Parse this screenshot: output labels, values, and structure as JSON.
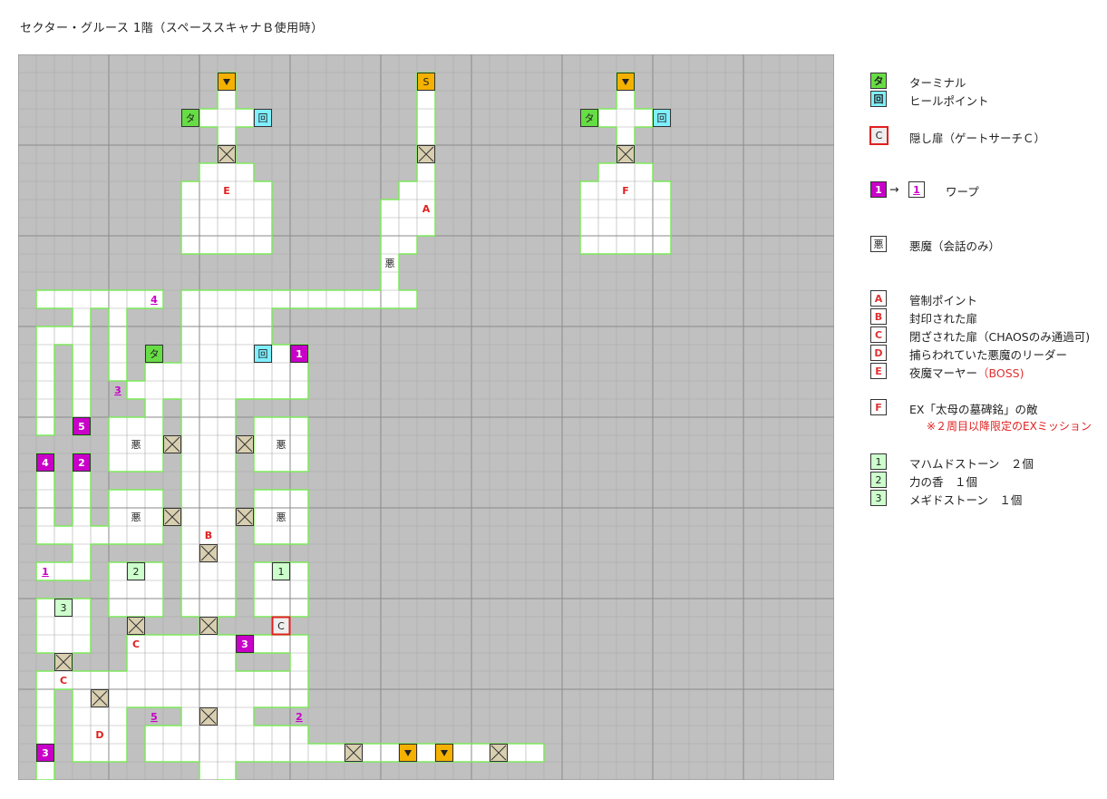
{
  "title": "セクター・グルース 1階（スペーススキャナＢ使用時）",
  "colors": {
    "bg": "#c0c0c0",
    "floor": "#ffffff",
    "wall": "#7ce85a",
    "stairs": "#f5b100",
    "purple": "#c800c8",
    "terminal": "#66dd44",
    "heal": "#7ff0ff",
    "itemgreen": "#ccffcc",
    "red": "#e02020"
  },
  "map": {
    "labels": {
      "E": "E",
      "F": "F",
      "A": "A",
      "B": "B",
      "C": "C",
      "D": "D",
      "S": "S",
      "terminal": "タ",
      "heal": "回",
      "demon": "悪",
      "w1": "1",
      "w2": "2",
      "w3": "3",
      "w4": "4",
      "w5": "5",
      "i1": "1",
      "i2": "2",
      "i3": "3"
    }
  },
  "legend": {
    "terminal": {
      "icon": "タ",
      "text": "ターミナル"
    },
    "heal": {
      "icon": "回",
      "text": "ヒールポイント"
    },
    "hidden": {
      "icon": "C",
      "text": "隠し扉（ゲートサーチＣ）"
    },
    "warp": {
      "from": "1",
      "arrow": "→",
      "to": "1",
      "text": "ワープ"
    },
    "demon": {
      "icon": "悪",
      "text": "悪魔（会話のみ）"
    },
    "points": [
      {
        "key": "A",
        "text": "管制ポイント"
      },
      {
        "key": "B",
        "text": "封印された扉"
      },
      {
        "key": "C",
        "text": "閉ざされた扉（CHAOSのみ通過可)"
      },
      {
        "key": "D",
        "text": "捕らわれていた悪魔のリーダー"
      },
      {
        "key": "E",
        "text": "夜魔マーヤー",
        "extra": "（BOSS)"
      }
    ],
    "ex": {
      "key": "F",
      "text": "EX「太母の墓碑銘」の敵",
      "note": "※２周目以降限定のEXミッション"
    },
    "items": [
      {
        "key": "1",
        "text": "マハムドストーン　２個"
      },
      {
        "key": "2",
        "text": "力の香　１個"
      },
      {
        "key": "3",
        "text": "メギドストーン　１個"
      }
    ]
  }
}
